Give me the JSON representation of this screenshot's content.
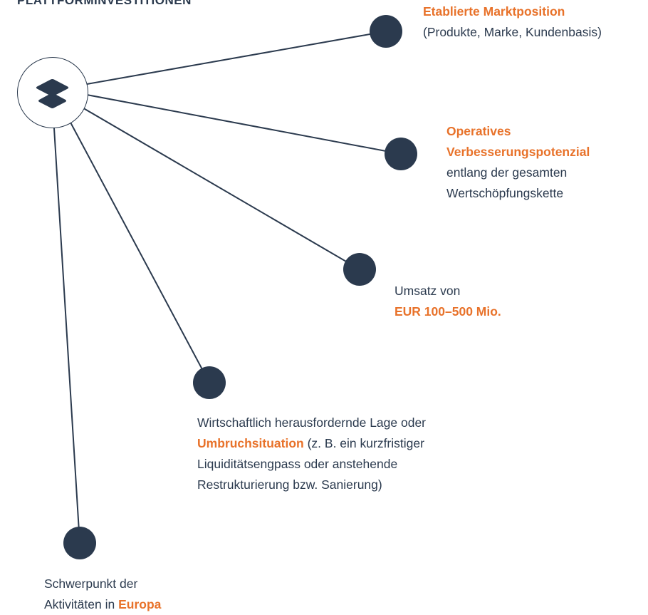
{
  "title": "PLATTFORMINVESTITIONEN",
  "colors": {
    "dark": "#2b3a4e",
    "accent": "#e8722a",
    "background": "#ffffff"
  },
  "center_icon": "stacked-layers-icon",
  "criteria": [
    {
      "highlight": "Etablierte Marktposition",
      "line2": "(Produkte, Marke, Kundenbasis)"
    },
    {
      "highlight_line1": "Operatives",
      "highlight_line2": "Verbesserungspotenzial",
      "line3": "entlang der gesamten",
      "line4": "Wertschöpfungskette"
    },
    {
      "line1": "Umsatz von",
      "highlight": "EUR 100–500 Mio."
    },
    {
      "line1": "Wirtschaftlich herausfordernde Lage oder",
      "highlight": "Umbruchsituation",
      "line2_rest": " (z. B. ein kurzfristiger",
      "line3": "Liquiditätsengpass oder anstehende",
      "line4": "Restrukturierung bzw. Sanierung)"
    },
    {
      "line1": "Schwerpunkt der",
      "line2_prefix": "Aktivitäten in ",
      "highlight": "Europa"
    }
  ]
}
